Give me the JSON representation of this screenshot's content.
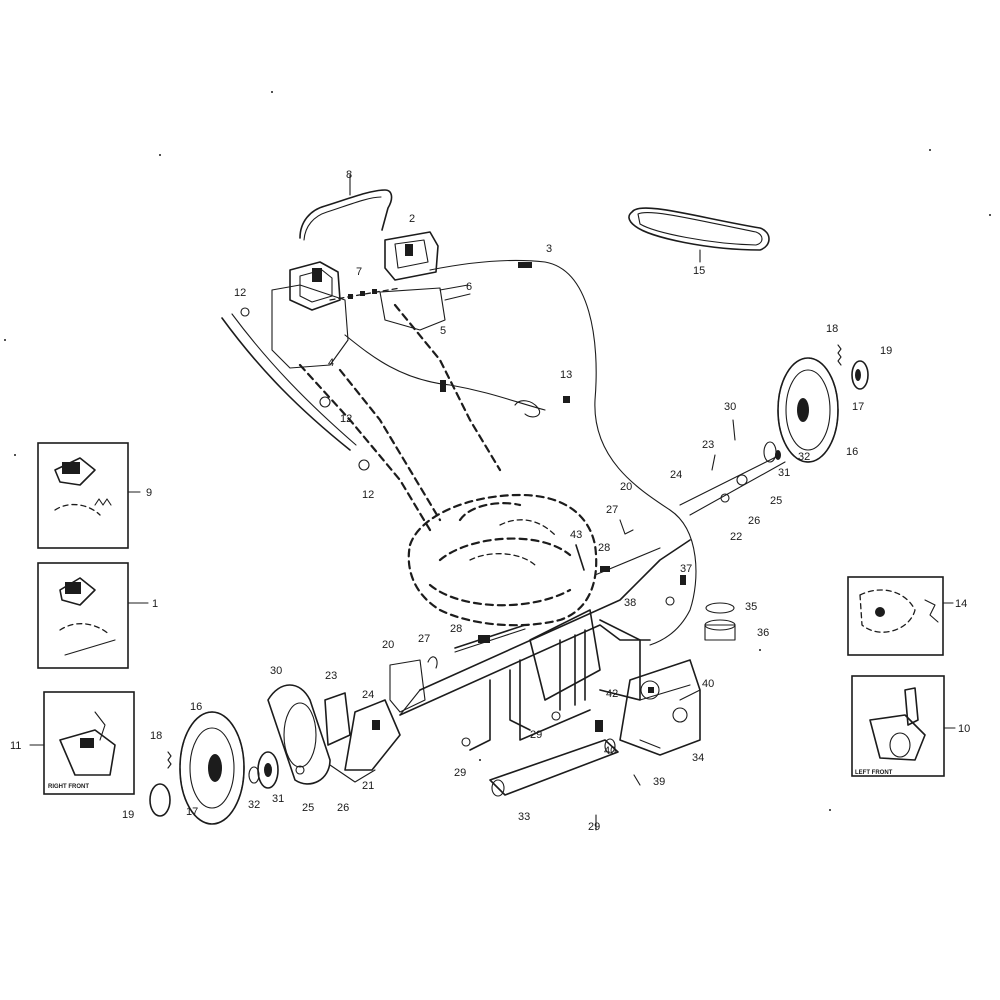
{
  "diagram": {
    "callouts": {
      "c1": "1",
      "c2": "2",
      "c3": "3",
      "c4": "4",
      "c5": "5",
      "c6": "6",
      "c7": "7",
      "c8": "8",
      "c9": "9",
      "c10": "10",
      "c11": "11",
      "c12a": "12",
      "c12b": "12",
      "c12c": "12",
      "c13": "13",
      "c14": "14",
      "c15": "15",
      "c16r": "16",
      "c16l": "16",
      "c17r": "17",
      "c17l": "17",
      "c18r": "18",
      "c18l": "18",
      "c19r": "19",
      "c19l": "19",
      "c20r": "20",
      "c20l": "20",
      "c21": "21",
      "c22": "22",
      "c23r": "23",
      "c23l": "23",
      "c24r": "24",
      "c24l": "24",
      "c25r": "25",
      "c25l": "25",
      "c26r": "26",
      "c26l": "26",
      "c27r": "27",
      "c27l": "27",
      "c28r": "28",
      "c28l": "28",
      "c29a": "29",
      "c29b": "29",
      "c29c": "29",
      "c30r": "30",
      "c30l": "30",
      "c31r": "31",
      "c31l": "31",
      "c32r": "32",
      "c32l": "32",
      "c33": "33",
      "c34": "34",
      "c35": "35",
      "c36": "36",
      "c37": "37",
      "c38": "38",
      "c39": "39",
      "c40a": "40",
      "c40b": "40",
      "c42": "42",
      "c43": "43"
    },
    "insets": {
      "right_front": "RIGHT FRONT",
      "left_front": "LEFT FRONT"
    }
  }
}
